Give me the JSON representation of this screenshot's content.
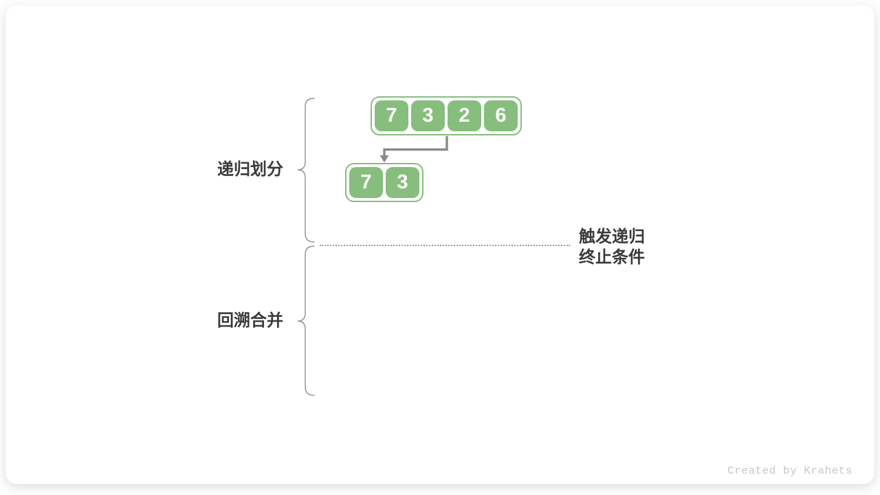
{
  "labels": {
    "recursive_divide": "递归划分",
    "backtrack_merge": "回溯合并",
    "termination_line1": "触发递归",
    "termination_line2": "终止条件"
  },
  "watermark": "Created by Krahets",
  "arrays": {
    "level1": [
      7,
      3,
      2,
      6
    ],
    "level2": [
      7,
      3
    ]
  },
  "colors": {
    "cell_green": "#87BE7E",
    "arrow_gray": "#8A8A8A",
    "brace_gray": "#909090",
    "text_dark": "#3A3A3A",
    "dotted_gray": "#9A9A9A",
    "watermark_gray": "#C7C7C7",
    "card_bg": "#FFFFFF"
  }
}
